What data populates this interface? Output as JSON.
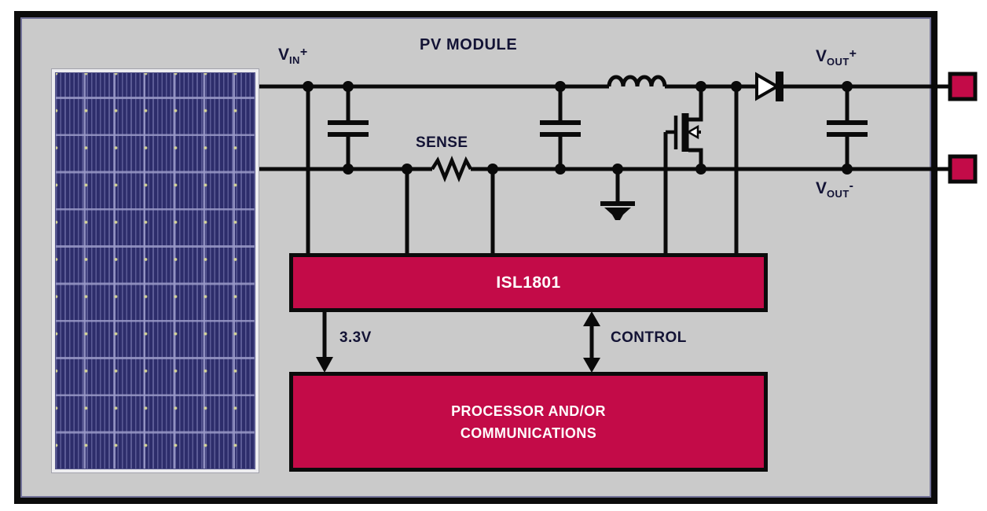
{
  "diagram": {
    "title": "PV MODULE",
    "labels": {
      "vin": {
        "base": "V",
        "sub": "IN",
        "sign": "+"
      },
      "vout_pos": {
        "base": "V",
        "sub": "OUT",
        "sign": "+"
      },
      "vout_neg": {
        "base": "V",
        "sub": "OUT",
        "sign": "-"
      },
      "sense": "SENSE",
      "supply_3v3": "3.3V",
      "control": "CONTROL"
    },
    "blocks": {
      "controller": {
        "label": "ISL1801"
      },
      "processor": {
        "line1": "PROCESSOR AND/OR",
        "line2": "COMMUNICATIONS"
      }
    }
  },
  "colors": {
    "accent": "#C30B48",
    "board-bg": "#CACACA",
    "wire": "#0A0A0A",
    "label-ink": "#131335",
    "block-text": "#FFFFFF",
    "panel-cell": "#2D2D6B",
    "panel-grid": "#9A9AC8",
    "panel-frame": "#EDEDF0",
    "page-bg": "#FFFFFF"
  }
}
